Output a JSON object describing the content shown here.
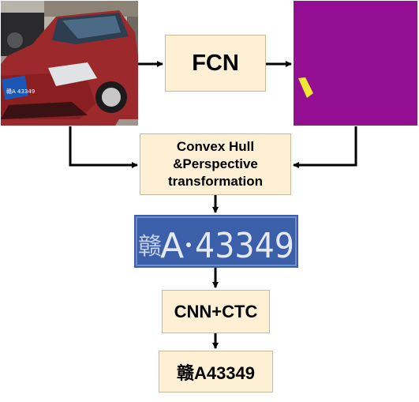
{
  "nodes": {
    "fcn": "FCN",
    "hull": [
      "Convex Hull",
      "&Perspective",
      "transformation"
    ],
    "cnn_ctc": "CNN+CTC",
    "result": "赣A43349"
  },
  "plate_text": {
    "province": "赣",
    "letter": "A",
    "number": "43349"
  },
  "car_plate_label": "赣A 43349",
  "colors": {
    "box_fill": "#fdf0d5",
    "mask_bg": "#930e92",
    "mask_blob": "#f2e733",
    "plate_blue": "#3b5fa8"
  }
}
